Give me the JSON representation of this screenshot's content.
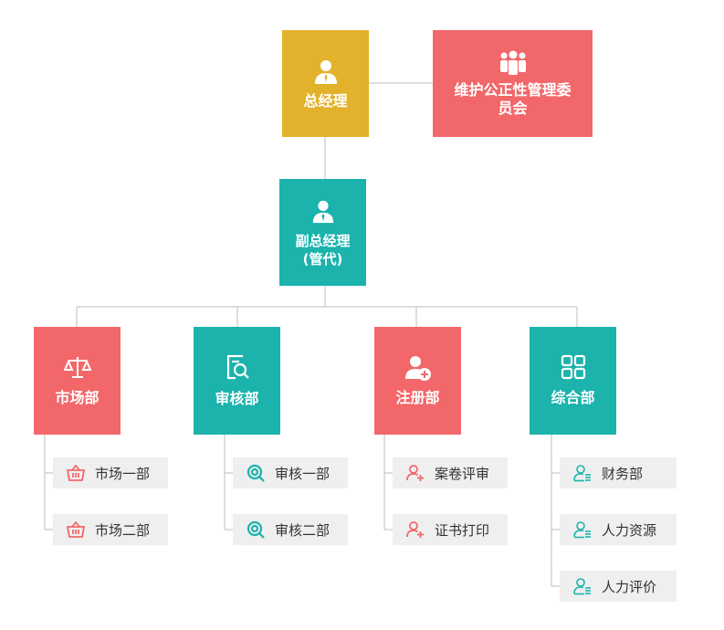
{
  "colors": {
    "gm": "#E2B22C",
    "red": "#F2676A",
    "teal": "#1BB3AC",
    "line": "#BDBDBD",
    "pill": "#EFEFEF"
  },
  "top": {
    "gm_label": "总经理",
    "committee_label": "维护公正性管理委员会"
  },
  "deputy": {
    "line1": "副总经理",
    "line2": "(管代)"
  },
  "departments": [
    {
      "label": "市场部",
      "icon": "scale-icon",
      "color": "red",
      "children": [
        {
          "label": "市场一部",
          "icon": "basket-icon"
        },
        {
          "label": "市场二部",
          "icon": "basket-icon"
        }
      ]
    },
    {
      "label": "审核部",
      "icon": "document-search-icon",
      "color": "teal",
      "children": [
        {
          "label": "审核一部",
          "icon": "magnifier-icon"
        },
        {
          "label": "审核二部",
          "icon": "magnifier-icon"
        }
      ]
    },
    {
      "label": "注册部",
      "icon": "user-add-icon",
      "color": "red",
      "children": [
        {
          "label": "案卷评审",
          "icon": "user-add-icon"
        },
        {
          "label": "证书打印",
          "icon": "user-add-icon"
        }
      ]
    },
    {
      "label": "综合部",
      "icon": "grid-icon",
      "color": "teal",
      "children": [
        {
          "label": "财务部",
          "icon": "user-list-icon"
        },
        {
          "label": "人力资源",
          "icon": "user-list-icon"
        },
        {
          "label": "人力评价",
          "icon": "user-list-icon"
        }
      ]
    }
  ]
}
